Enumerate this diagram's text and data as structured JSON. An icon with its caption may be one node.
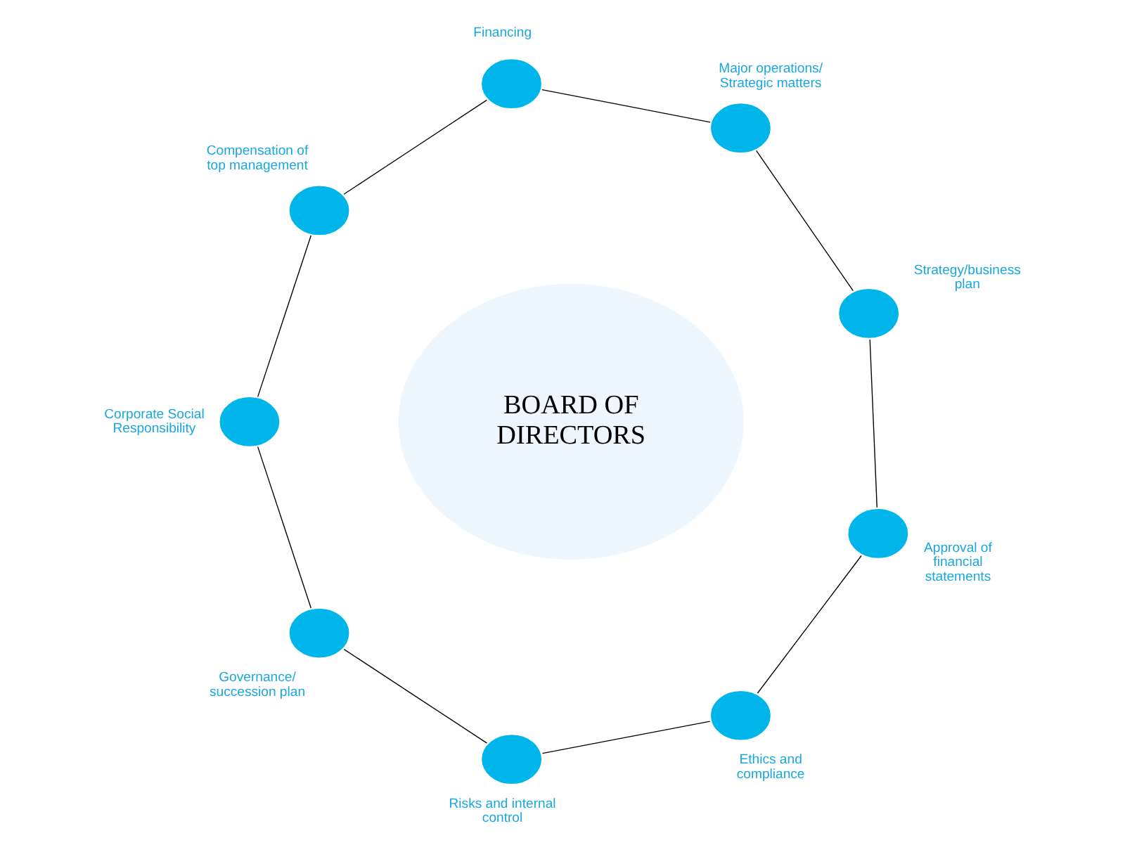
{
  "diagram": {
    "nodes": [
      {
        "text": [
          "BOARD OF DIRECTORS"
        ]
      },
      {
        "text": [],
        "shape": "ellipse",
        "beside": [
          "Strategy/business plan"
        ]
      },
      {
        "text": [],
        "shape": "ellipse",
        "beside": [
          "Major operations/ Strategic matters"
        ]
      },
      {
        "text": [],
        "shape": "ellipse",
        "beside": [
          "Financing"
        ]
      },
      {
        "text": [],
        "shape": "ellipse",
        "beside": [
          "Compensation of top management"
        ]
      },
      {
        "text": [],
        "shape": "ellipse",
        "beside": [
          "Corporate Social Responsibility"
        ]
      },
      {
        "text": [],
        "shape": "ellipse",
        "beside": [
          "Governance/ succession plan"
        ]
      },
      {
        "text": [],
        "shape": "ellipse",
        "beside": [
          "Risks and internal control"
        ]
      },
      {
        "text": [],
        "shape": "ellipse",
        "beside": [
          "Ethics and compliance"
        ]
      },
      {
        "text": [],
        "shape": "ellipse",
        "beside": [
          "Approval of financial statements"
        ]
      }
    ],
    "edges": [
      {
        "from": 1,
        "to": 2,
        "arrow": "none"
      },
      {
        "from": 2,
        "to": 3,
        "arrow": "none"
      },
      {
        "from": 3,
        "to": 4,
        "arrow": "none"
      },
      {
        "from": 4,
        "to": 5,
        "arrow": "none"
      },
      {
        "from": 5,
        "to": 6,
        "arrow": "none"
      },
      {
        "from": 6,
        "to": 7,
        "arrow": "none"
      },
      {
        "from": 7,
        "to": 8,
        "arrow": "none"
      },
      {
        "from": 8,
        "to": 9,
        "arrow": "none"
      },
      {
        "from": 9,
        "to": 1,
        "arrow": "none"
      }
    ]
  }
}
